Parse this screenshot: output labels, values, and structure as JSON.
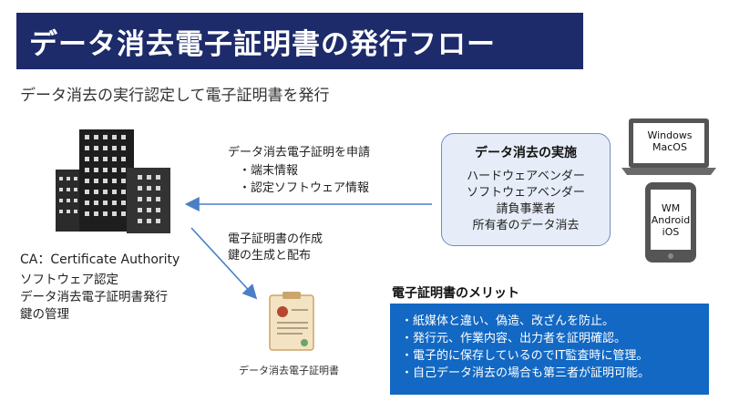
{
  "title": "データ消去電子証明書の発行フロー",
  "subtitle": "データ消去の実行認定して電子証明書を発行",
  "ca": {
    "name": "CA：Certificate Authority",
    "roles": [
      "ソフトウェア認定",
      "データ消去電子証明書発行",
      "鍵の管理"
    ]
  },
  "request": {
    "title": "データ消去電子証明を申請",
    "items": [
      "・端末情報",
      "・認定ソフトウェア情報"
    ]
  },
  "issue": {
    "lines": [
      "電子証明書の作成",
      "鍵の生成と配布"
    ]
  },
  "erasure": {
    "title": "データ消去の実施",
    "items": [
      "ハードウェアベンダー",
      "ソフトウェアベンダー",
      "請負事業者",
      "所有者のデータ消去"
    ]
  },
  "devices": {
    "laptop": [
      "Windows",
      "MacOS"
    ],
    "phone": [
      "WM",
      "Android",
      "iOS"
    ]
  },
  "certificate_caption": "データ消去電子証明書",
  "merits": {
    "title": "電子証明書のメリット",
    "items": [
      "・紙媒体と違い、偽造、改ざんを防止。",
      "・発行元、作業内容、出力者を証明確認。",
      "・電子的に保存しているのでIT監査時に管理。",
      "・自己データ消去の場合も第三者が証明可能。"
    ]
  },
  "colors": {
    "title_bar": "#1d2b6b",
    "arrow": "#4a7fc8",
    "erasure_box_fill": "#e7edf8",
    "erasure_box_border": "#6f8cc4",
    "merit_box": "#1268c3"
  }
}
